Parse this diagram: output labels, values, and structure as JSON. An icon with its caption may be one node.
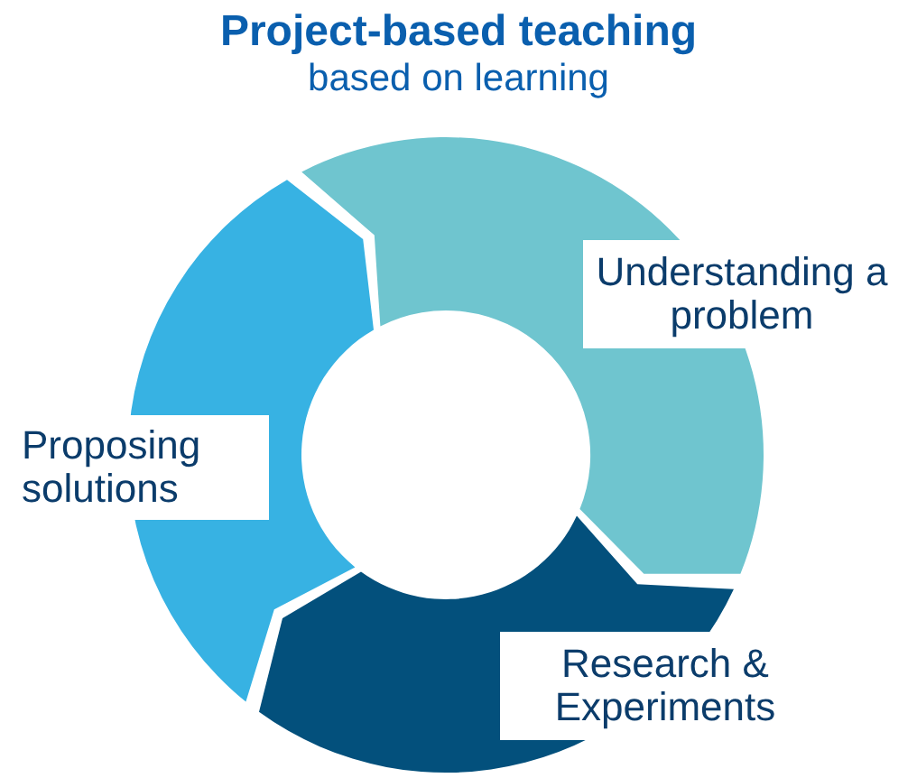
{
  "diagram": {
    "title": "Project-based teaching",
    "caption": "based on learning",
    "nodes": [
      {
        "text": [
          "Understanding a problem"
        ]
      },
      {
        "text": [
          "Research & Experiments"
        ]
      },
      {
        "text": [
          "Proposing solutions"
        ]
      }
    ]
  }
}
